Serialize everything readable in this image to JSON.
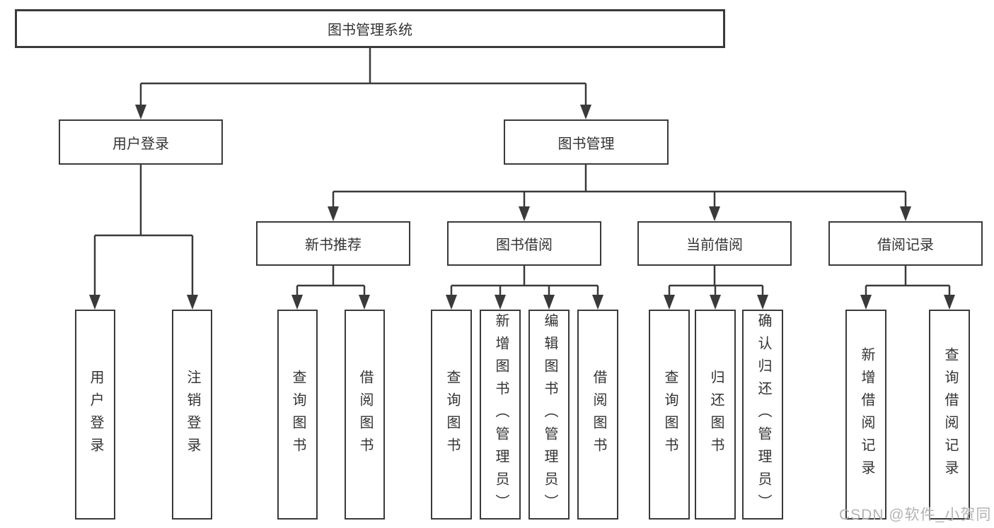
{
  "diagram": {
    "root": {
      "label": "图书管理系统"
    },
    "branches": [
      {
        "label": "用户登录",
        "children": [
          {
            "label": "用户登录"
          },
          {
            "label": "注销登录"
          }
        ]
      },
      {
        "label": "图书管理",
        "children": [
          {
            "label": "新书推荐",
            "children": [
              {
                "label": "查询图书"
              },
              {
                "label": "借阅图书"
              }
            ]
          },
          {
            "label": "图书借阅",
            "children": [
              {
                "label": "查询图书"
              },
              {
                "label": "新增图书（管理员）"
              },
              {
                "label": "编辑图书（管理员）"
              },
              {
                "label": "借阅图书"
              }
            ]
          },
          {
            "label": "当前借阅",
            "children": [
              {
                "label": "查询图书"
              },
              {
                "label": "归还图书"
              },
              {
                "label": "确认归还（管理员）"
              }
            ]
          },
          {
            "label": "借阅记录",
            "children": [
              {
                "label": "新增借阅记录"
              },
              {
                "label": "查询借阅记录"
              }
            ]
          }
        ]
      }
    ]
  },
  "watermark": {
    "text": "CSDN @软件_小贺同学"
  },
  "colors": {
    "line": "#3a3a3a",
    "text": "#333333",
    "watermark": "#b3b3b3",
    "background": "#ffffff"
  }
}
